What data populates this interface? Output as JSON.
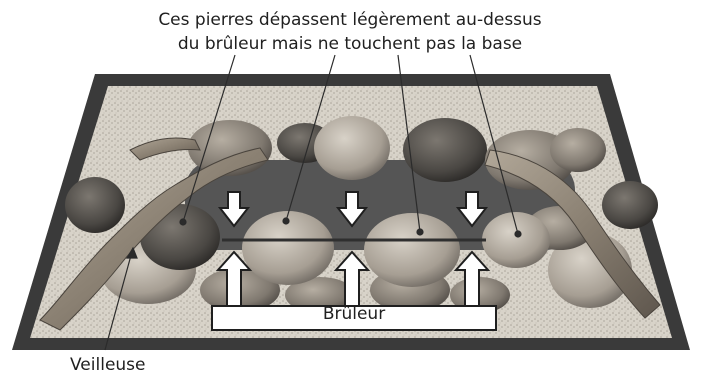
{
  "annotations": {
    "top_caption_line1": "Ces pierres dépassent légèrement au-dessus",
    "top_caption_line2": "du brûleur mais ne touchent pas la base",
    "pilot_label": "Veilleuse",
    "burner_label": "Brûleur"
  },
  "colors": {
    "frame": "#3c3c3c",
    "sand": "#d8d3c9",
    "burner_channel": "#4f4f4f",
    "stone_light": "#b9b1a6",
    "stone_dark": "#4b4844",
    "driftwood": "#8f8578"
  },
  "icons": [
    "down-arrow-icon",
    "up-arrow-icon"
  ]
}
